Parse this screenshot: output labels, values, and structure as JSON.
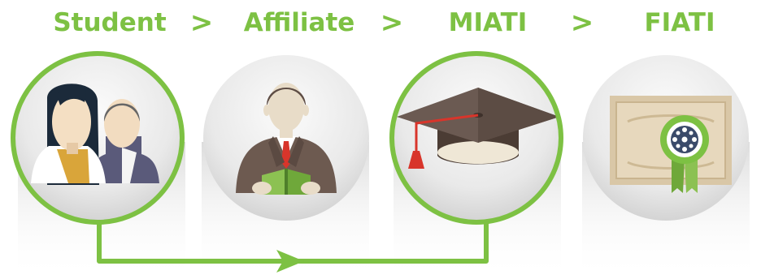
{
  "steps": [
    {
      "label": "Student",
      "icon": "students-icon",
      "highlighted": true
    },
    {
      "label": "Affiliate",
      "icon": "reader-icon",
      "highlighted": false
    },
    {
      "label": "MIATI",
      "icon": "graduation-cap-icon",
      "highlighted": true
    },
    {
      "label": "FIATI",
      "icon": "certificate-icon",
      "highlighted": false
    }
  ],
  "separator": ">",
  "colors": {
    "accent": "#7dc143",
    "circle_fill": "#e9e9e9",
    "shadow": "#dcdcdc"
  }
}
